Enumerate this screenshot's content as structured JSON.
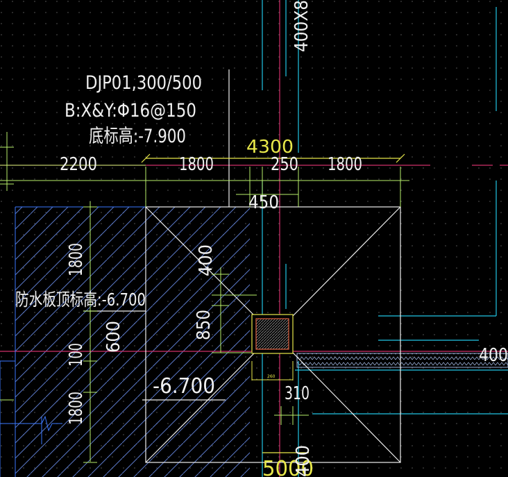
{
  "drawing": {
    "background": "#000000",
    "colors": {
      "white": "#f0f0f0",
      "yellow": "#e8e84a",
      "green": "#b8f06a",
      "cyan": "#22c6e6",
      "magenta": "#d0306a",
      "blue": "#3a78ff",
      "hatch": "#5a78c8"
    },
    "annotation_block": {
      "name": "DJP01,300/500",
      "rebar": "B:X&Y:Φ16@150",
      "bottom_elev": "底标高:-7.900"
    },
    "waterproof_label": "防水板顶标高:-6.700",
    "slab_elev": "-6.700",
    "column_label": "400X8",
    "beam_label": "400",
    "dims": {
      "top_total": "4300",
      "d2200": "2200",
      "d1800_a": "1800",
      "d250": "250",
      "d1800_b": "1800",
      "d450": "450",
      "d400": "400",
      "d850": "850",
      "v1800_top": "1800",
      "v600": "600",
      "v100": "100",
      "v1800_bot": "1800",
      "d310": "310",
      "bottom_total": "5000",
      "bottom_small": "400",
      "col_small": "260"
    }
  }
}
